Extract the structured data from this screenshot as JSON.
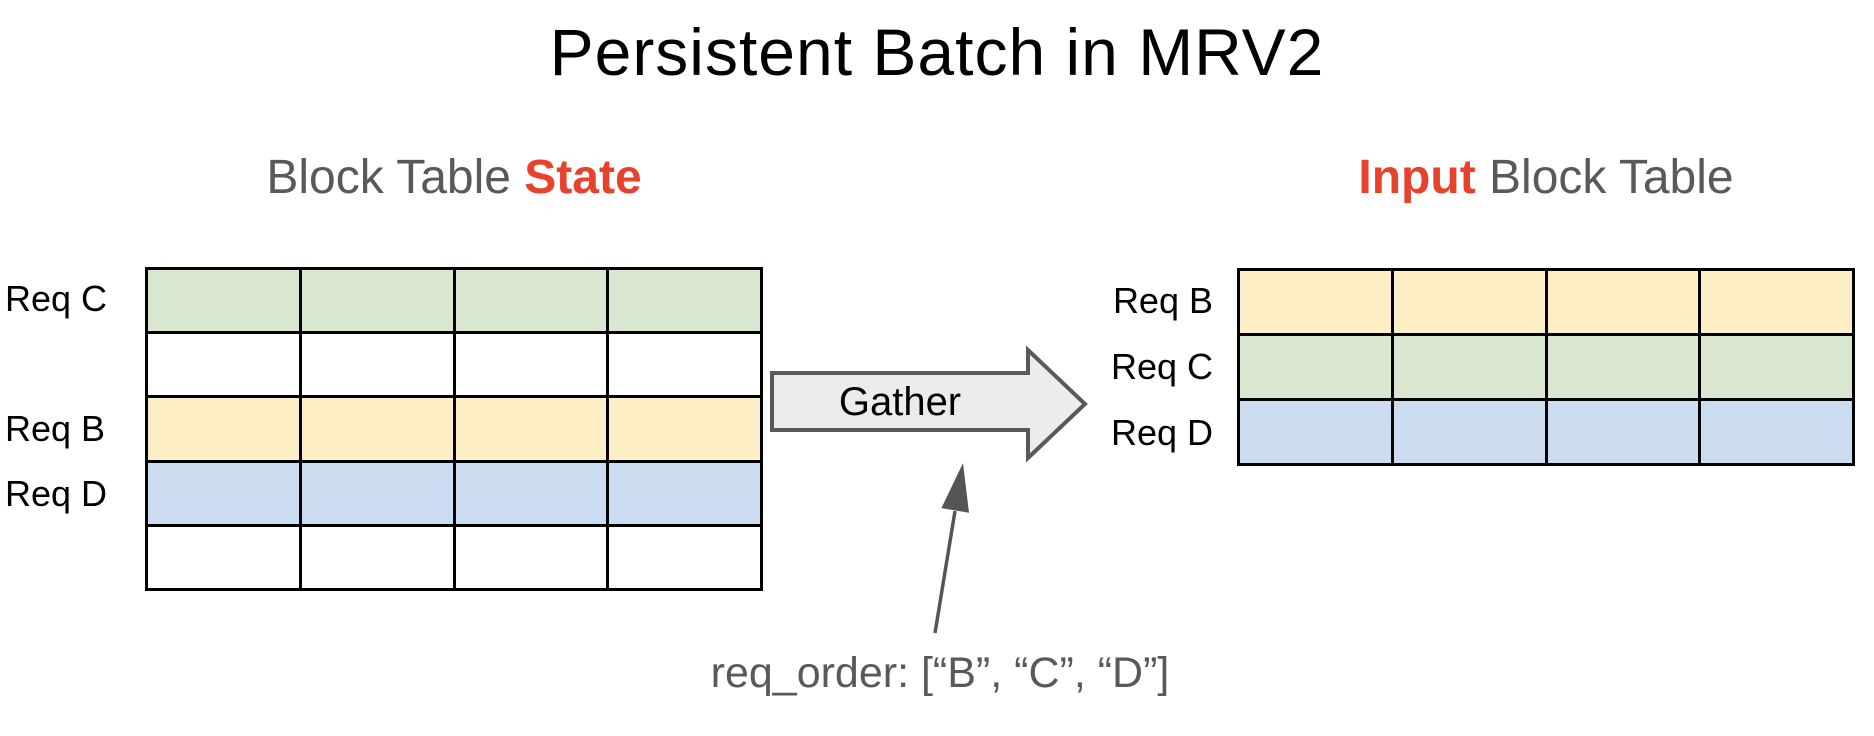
{
  "title": "Persistent Batch in MRV2",
  "left_table": {
    "heading_gray": "Block Table ",
    "heading_red": "State",
    "labels": [
      "Req C",
      "",
      "Req B",
      "Req D",
      ""
    ],
    "row_colors": [
      "#d9e7d0",
      "#ffffff",
      "#fdeec6",
      "#cbdcf0",
      "#ffffff"
    ],
    "columns": 4
  },
  "right_table": {
    "heading_red": "Input",
    "heading_gray": " Block Table",
    "labels": [
      "Req B",
      "Req C",
      "Req D"
    ],
    "row_colors": [
      "#fdeec6",
      "#d9e7d0",
      "#cbdcf0"
    ],
    "columns": 4
  },
  "gather_label": "Gather",
  "annotation": "req_order: [“B”, “C”, “D”]",
  "colors": {
    "heading_gray": "#595959",
    "accent_red": "#e8412c",
    "annotation_gray": "#595959",
    "table_border": "#000000",
    "cell_green": "#d9e7d0",
    "cell_yellow": "#fdeec6",
    "cell_blue": "#cbdcf0",
    "cell_white": "#ffffff",
    "gather_arrow_fill": "#ececec",
    "gather_arrow_stroke": "#595959",
    "thin_arrow": "#555555"
  }
}
